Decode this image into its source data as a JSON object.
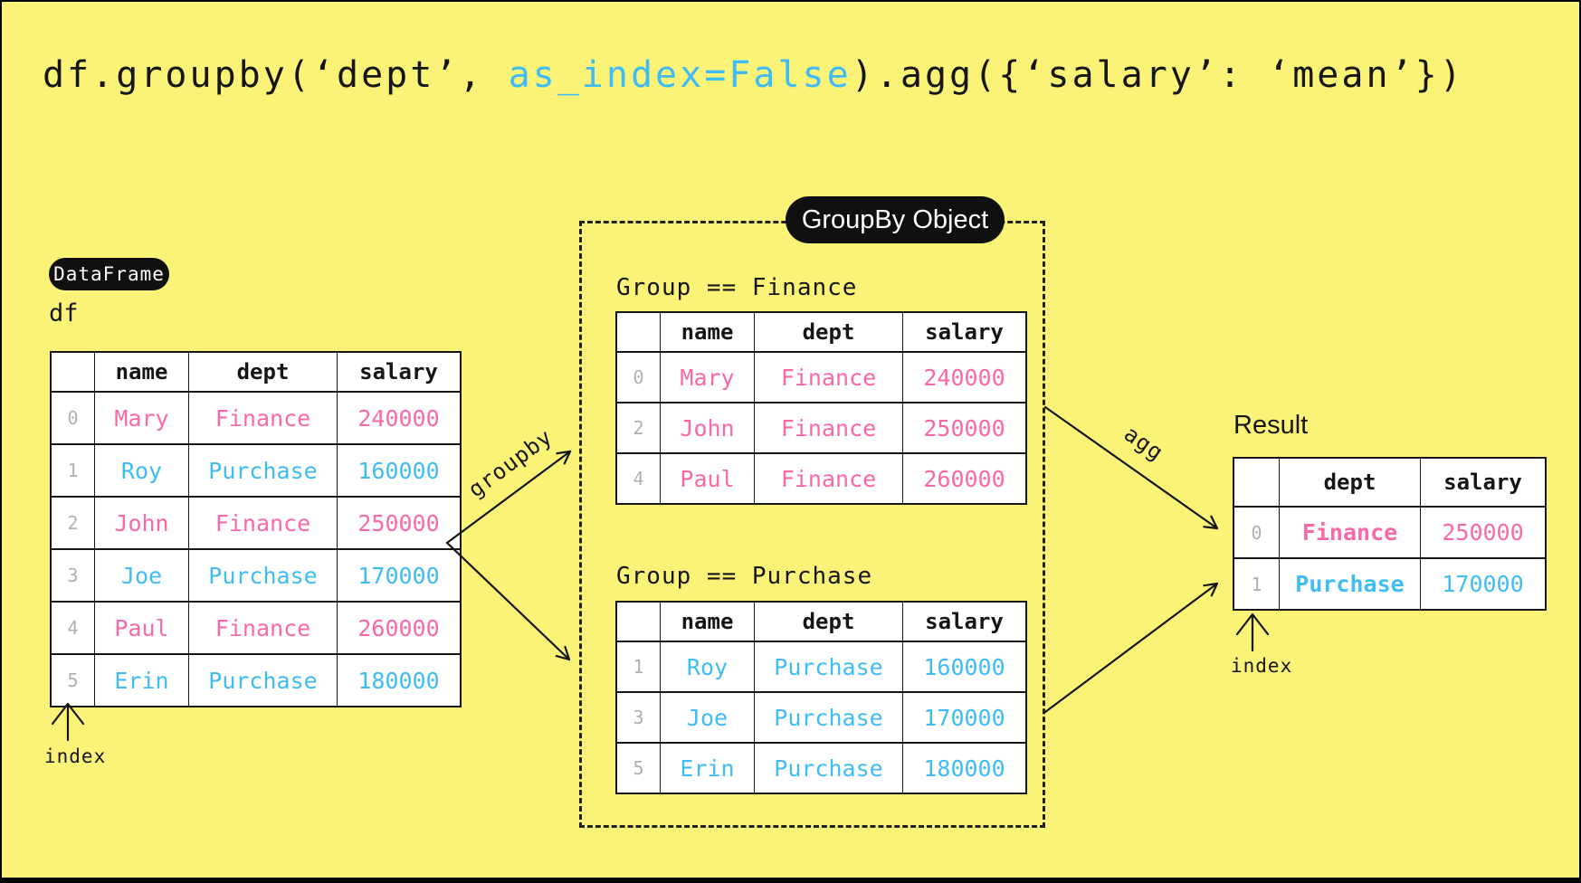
{
  "colors": {
    "background": "#FAF378",
    "ink": "#161616",
    "pink": "#FB68A8",
    "blue": "#3FBCF4",
    "index_gray": "#B0B0B0",
    "badge_bg": "#101010",
    "badge_text": "#FFFFFF",
    "table_bg": "#FFFFFF"
  },
  "code": {
    "prefix": "df.groupby(‘dept’, ",
    "highlight": "as_index=False",
    "suffix": ").agg({‘salary’: ‘mean’})"
  },
  "dataframe": {
    "badge": "DataFrame",
    "label": "df",
    "index_label": "index",
    "table": {
      "columns": [
        "name",
        "dept",
        "salary"
      ],
      "rows": [
        {
          "index": "0",
          "cells": [
            "Mary",
            "Finance",
            "240000"
          ],
          "color": "pink"
        },
        {
          "index": "1",
          "cells": [
            "Roy",
            "Purchase",
            "160000"
          ],
          "color": "blue"
        },
        {
          "index": "2",
          "cells": [
            "John",
            "Finance",
            "250000"
          ],
          "color": "pink"
        },
        {
          "index": "3",
          "cells": [
            "Joe",
            "Purchase",
            "170000"
          ],
          "color": "blue"
        },
        {
          "index": "4",
          "cells": [
            "Paul",
            "Finance",
            "260000"
          ],
          "color": "pink"
        },
        {
          "index": "5",
          "cells": [
            "Erin",
            "Purchase",
            "180000"
          ],
          "color": "blue"
        }
      ]
    }
  },
  "groupby_object": {
    "badge": "GroupBy Object",
    "groups": [
      {
        "title": "Group == Finance",
        "table": {
          "columns": [
            "name",
            "dept",
            "salary"
          ],
          "rows": [
            {
              "index": "0",
              "cells": [
                "Mary",
                "Finance",
                "240000"
              ],
              "color": "pink"
            },
            {
              "index": "2",
              "cells": [
                "John",
                "Finance",
                "250000"
              ],
              "color": "pink"
            },
            {
              "index": "4",
              "cells": [
                "Paul",
                "Finance",
                "260000"
              ],
              "color": "pink"
            }
          ]
        }
      },
      {
        "title": "Group == Purchase",
        "table": {
          "columns": [
            "name",
            "dept",
            "salary"
          ],
          "rows": [
            {
              "index": "1",
              "cells": [
                "Roy",
                "Purchase",
                "160000"
              ],
              "color": "blue"
            },
            {
              "index": "3",
              "cells": [
                "Joe",
                "Purchase",
                "170000"
              ],
              "color": "blue"
            },
            {
              "index": "5",
              "cells": [
                "Erin",
                "Purchase",
                "180000"
              ],
              "color": "blue"
            }
          ]
        }
      }
    ]
  },
  "result": {
    "title": "Result",
    "index_label": "index",
    "table": {
      "columns": [
        "dept",
        "salary"
      ],
      "rows": [
        {
          "index": "0",
          "cells": [
            "Finance",
            "250000"
          ],
          "color": "pink"
        },
        {
          "index": "1",
          "cells": [
            "Purchase",
            "170000"
          ],
          "color": "blue"
        }
      ]
    }
  },
  "arrows": {
    "groupby_label": "groupby",
    "agg_label": "agg"
  }
}
